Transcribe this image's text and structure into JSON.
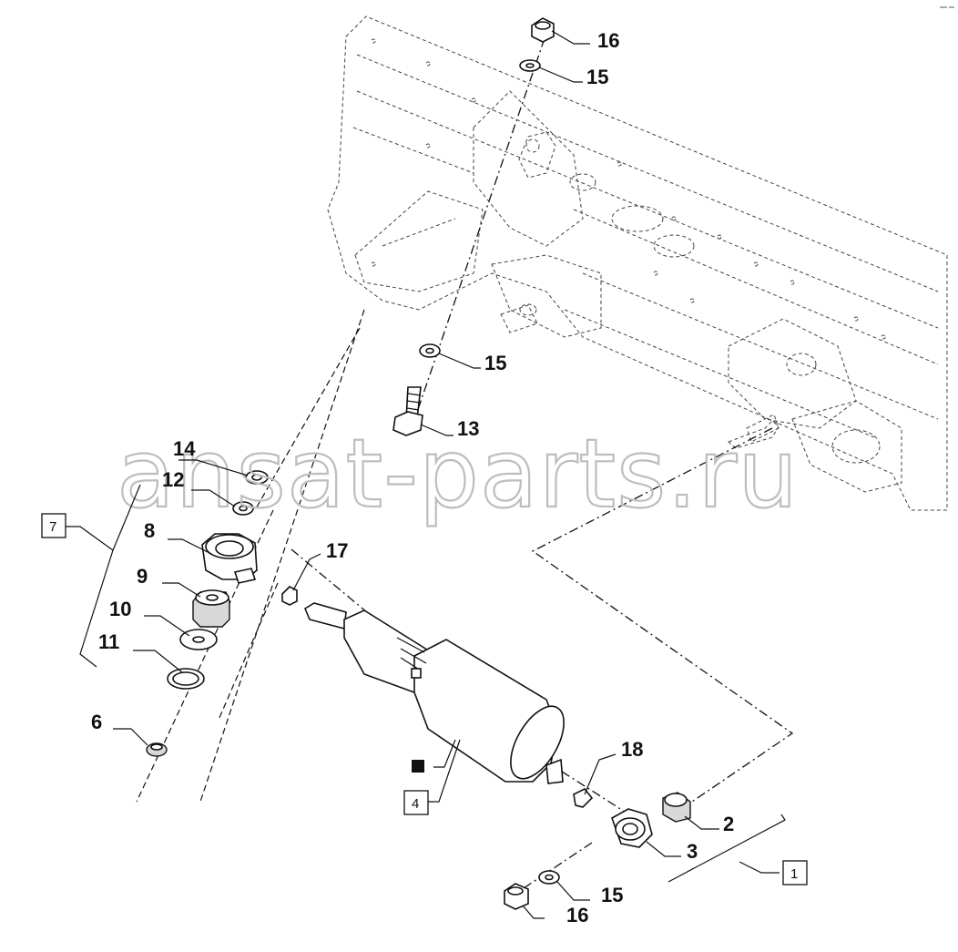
{
  "watermark": "ansat-parts.ru",
  "callouts": {
    "c16_top": "16",
    "c15_top": "15",
    "c15_mid": "15",
    "c13": "13",
    "c14": "14",
    "c12": "12",
    "c8": "8",
    "c9": "9",
    "c10": "10",
    "c11": "11",
    "c6": "6",
    "c17": "17",
    "c18": "18",
    "c2": "2",
    "c3": "3",
    "c15_bot": "15",
    "c16_bot": "16"
  },
  "boxed_callouts": {
    "b7": "7",
    "b4": "4",
    "b1": "1"
  },
  "legend_marker": "filled-square-icon"
}
